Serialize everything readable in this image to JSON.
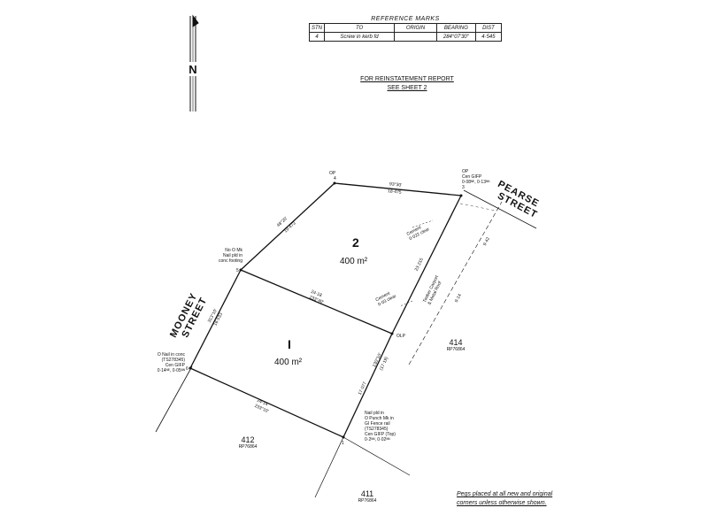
{
  "reference_marks": {
    "title": "REFERENCE MARKS",
    "columns": [
      "STN",
      "TO",
      "ORIGIN",
      "BEARING",
      "DIST"
    ],
    "rows": [
      {
        "stn": "4",
        "to": "Screw in kerb fd",
        "origin": "",
        "bearing": "284°07'30\"",
        "dist": "4·545"
      }
    ]
  },
  "header_note": {
    "line1": "FOR REINSTATEMENT REPORT",
    "line2": "SEE SHEET 2"
  },
  "north_arrow": {
    "letter": "N"
  },
  "streets": {
    "pearse": [
      "PEARSE",
      "STREET"
    ],
    "mooney": [
      "MOONEY",
      "STREET"
    ]
  },
  "lots": {
    "lot1": {
      "number": "I",
      "area": "400 m²"
    },
    "lot2": {
      "number": "2",
      "area": "400 m²"
    }
  },
  "dimensions": {
    "top_bearing": "93°30'",
    "top_distance": "18·475",
    "upper_left_bearing": "48°20'",
    "upper_left_distance": "19·473",
    "middle_distance": "24·18",
    "middle_bearing": "233°40'",
    "mooney_bearing": "313°10'",
    "mooney_distance": "16·533",
    "right_upper_distance": "23·215",
    "right_lower_bearing": "130°10'",
    "right_lower_distance": "(17·19)",
    "right_lower_distance2": "17·077",
    "bottom_distance": "24·14",
    "bottom_bearing": "233°10'",
    "pearse_distance1": "9·42",
    "pearse_distance2": "9·14"
  },
  "stations": {
    "s1": "1",
    "s2": "2",
    "s3": "3",
    "s4": "4",
    "s5": "5",
    "s6": "6",
    "olp": "OLP",
    "op_top": "OP",
    "corner3_label": [
      "OP",
      "Cen GIFP",
      "0·08ᴺᴱ, 0·13ᴺᴺ"
    ],
    "corner5_label": [
      "No O Mk",
      "Nail pld in",
      "conc footing"
    ],
    "corner6_label": [
      "O Nail in conc",
      "(TS278345)",
      "Cen GIFP",
      "0·14ᴺᴱ, 0·05ᴺᴺ"
    ],
    "corner1_label": [
      "Nail pld in",
      "O Punch Mk in",
      "GI Fence rail",
      "(TS278345)",
      "Cen GIFP (Top)",
      "0·2ᴺᴺ, 0·02ᴺᴺ"
    ]
  },
  "encroachments": {
    "cement1": [
      "Cement",
      "0·022 clear"
    ],
    "cement2": [
      "Cement",
      "0·03 clear"
    ],
    "timber": [
      "Timber Carport",
      "& Metal Roof"
    ]
  },
  "adjoining_lots": [
    {
      "id": "414",
      "plan": "RP76864"
    },
    {
      "id": "412",
      "plan": "RP76864"
    },
    {
      "id": "411",
      "plan": "RP76864"
    }
  ],
  "footnote": {
    "line1": "Pegs placed at all new and original",
    "line2": "corners unless otherwise shown."
  }
}
